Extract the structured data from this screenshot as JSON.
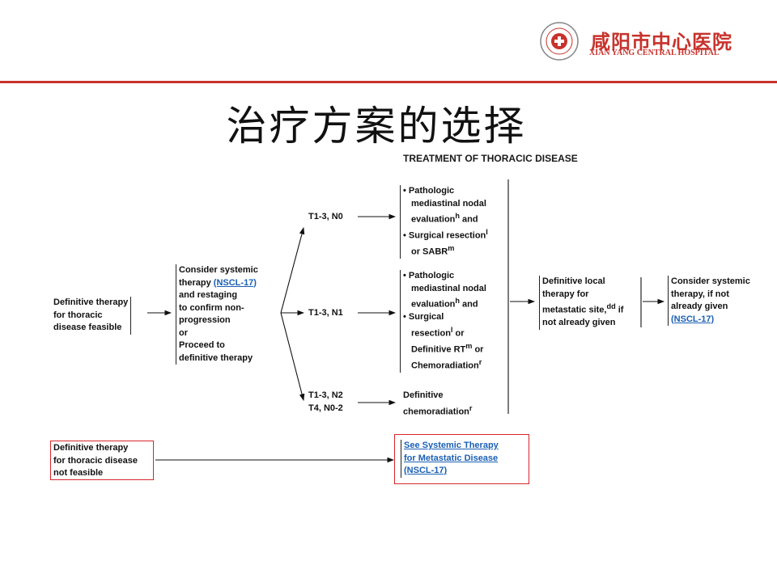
{
  "header": {
    "hospital_cn": "咸阳市中心医院",
    "hospital_en": "XIAN YANG CENTRAL HOSPITAL",
    "accent_color": "#c8322c"
  },
  "slide": {
    "title": "治疗方案的选择",
    "subtitle": "TREATMENT OF THORACIC DISEASE"
  },
  "flow": {
    "start_feasible": [
      "Definitive therapy",
      "for thoracic",
      "disease feasible"
    ],
    "consider": {
      "line1": "Consider systemic",
      "line2_text": "therapy ",
      "line2_link": "(NSCL-17)",
      "rest": [
        "and restaging",
        "to confirm non-",
        "progression",
        "or",
        "Proceed to",
        "definitive therapy"
      ]
    },
    "stages": {
      "n0": "T1-3, N0",
      "n1": "T1-3, N1",
      "n2_line1": "T1-3, N2",
      "n2_line2": "T4, N0-2"
    },
    "n0_box": {
      "l1": "• Pathologic",
      "l2": "mediastinal nodal",
      "l3": "evaluation",
      "l3_sup": "h",
      "l3_end": " and",
      "l4": "• Surgical resection",
      "l4_sup": "l",
      "l5": "or SABR",
      "l5_sup": "m"
    },
    "n1_box": {
      "l1": "• Pathologic",
      "l2": "mediastinal nodal",
      "l3": "evaluation",
      "l3_sup": "h",
      "l3_end": " and",
      "l4": "• Surgical",
      "l5": "resection",
      "l5_sup": "l",
      "l5_end": " or",
      "l6": "Definitive RT",
      "l6_sup": "m",
      "l6_end": " or",
      "l7": "Chemoradiation",
      "l7_sup": "r"
    },
    "n2_box": {
      "l1": "Definitive",
      "l2": "chemoradiation",
      "l2_sup": "r"
    },
    "local": {
      "l1": "Definitive local",
      "l2": "therapy for",
      "l3": "metastatic site,",
      "l3_sup": "dd",
      "l3_end": " if",
      "l4": "not already given"
    },
    "final": {
      "l1": "Consider systemic",
      "l2": "therapy, if not",
      "l3": "already given",
      "link": "(NSCL-17)"
    },
    "not_feasible": [
      "Definitive therapy",
      "for thoracic disease",
      "not feasible"
    ],
    "see_systemic": [
      "See Systemic Therapy",
      "for Metastatic Disease",
      "(NSCL-17)"
    ],
    "highlight_color": "#d7262b",
    "link_color": "#1a5fb4"
  }
}
